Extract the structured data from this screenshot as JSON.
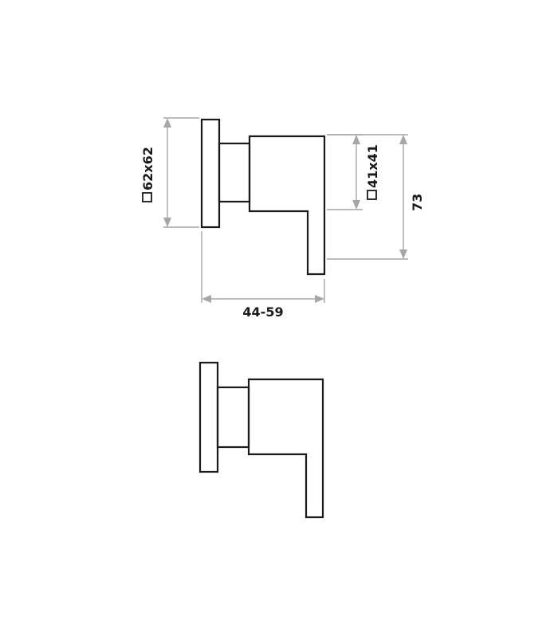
{
  "dimensions": {
    "plate_size": "62x62",
    "handle_size": "41x41",
    "height": "73",
    "depth": "44-59"
  },
  "icons": {
    "square_symbol": "square-icon"
  }
}
